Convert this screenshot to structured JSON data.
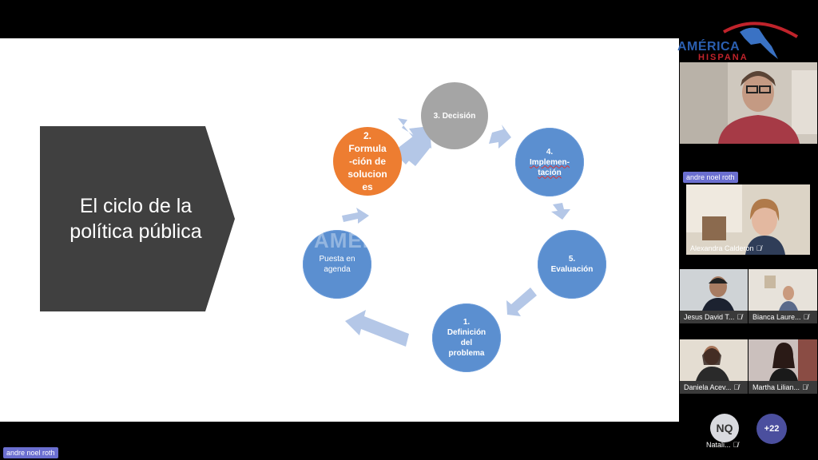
{
  "slide": {
    "title": "El ciclo de la política pública",
    "watermark": "AMÉRICA HISPANA",
    "nodes": {
      "decision": "3. Decisión",
      "formulacion": [
        "2.",
        "Formula",
        "-ción de",
        "solucion",
        "es"
      ],
      "implementacion": [
        "4.",
        "Implemen-",
        "tación"
      ],
      "evaluacion": [
        "5.",
        "Evaluación"
      ],
      "definicion": [
        "1.",
        "Definición",
        "del",
        "problema"
      ],
      "agenda": [
        "Puesta en",
        "agenda"
      ]
    }
  },
  "logo": {
    "line1": "AMÉRICA",
    "line2": "HISPANA"
  },
  "presenter": {
    "name": "andre noel roth"
  },
  "participants": [
    {
      "name": "Alexandra Calderon"
    },
    {
      "name": "Jesus David T..."
    },
    {
      "name": "Bianca Laure..."
    },
    {
      "name": "Daniela Acev..."
    },
    {
      "name": "Martha Lilian..."
    }
  ],
  "extra": {
    "initials": "NQ",
    "name": "Natali...",
    "more_count": "+22"
  },
  "colors": {
    "blue_node": "#5b8fd0",
    "orange_node": "#ed7d31",
    "gray_node": "#a5a5a5",
    "title_box": "#404040",
    "name_tag": "#6b6fd0"
  },
  "icons": {
    "mic_muted": "🎙̸"
  }
}
